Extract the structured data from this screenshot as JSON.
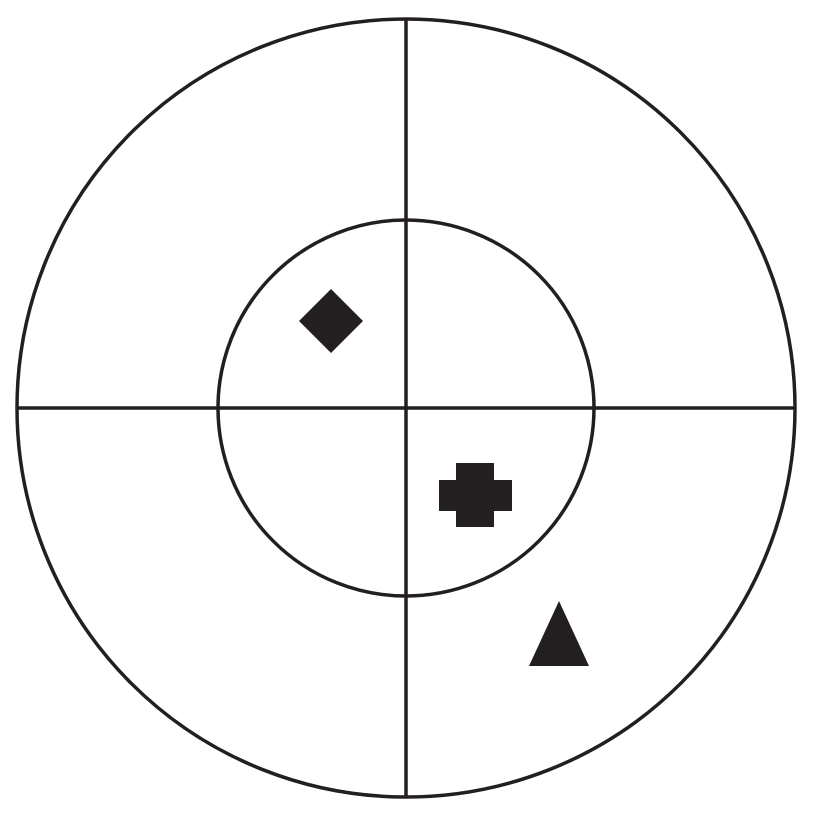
{
  "diagram": {
    "type": "target-with-quadrants",
    "stroke_color": "#231f20",
    "fill_color": "#231f20",
    "background_color": "#ffffff",
    "rings": [
      {
        "name": "outer-ring"
      },
      {
        "name": "inner-ring"
      }
    ],
    "axes": [
      {
        "name": "vertical-axis"
      },
      {
        "name": "horizontal-axis"
      }
    ],
    "markers": [
      {
        "shape": "diamond",
        "icon": "diamond-icon",
        "quadrant": "upper-left",
        "ring": "inner"
      },
      {
        "shape": "cross",
        "icon": "cross-icon",
        "quadrant": "lower-right",
        "ring": "inner"
      },
      {
        "shape": "triangle",
        "icon": "triangle-icon",
        "quadrant": "lower-right",
        "ring": "outer"
      }
    ]
  }
}
